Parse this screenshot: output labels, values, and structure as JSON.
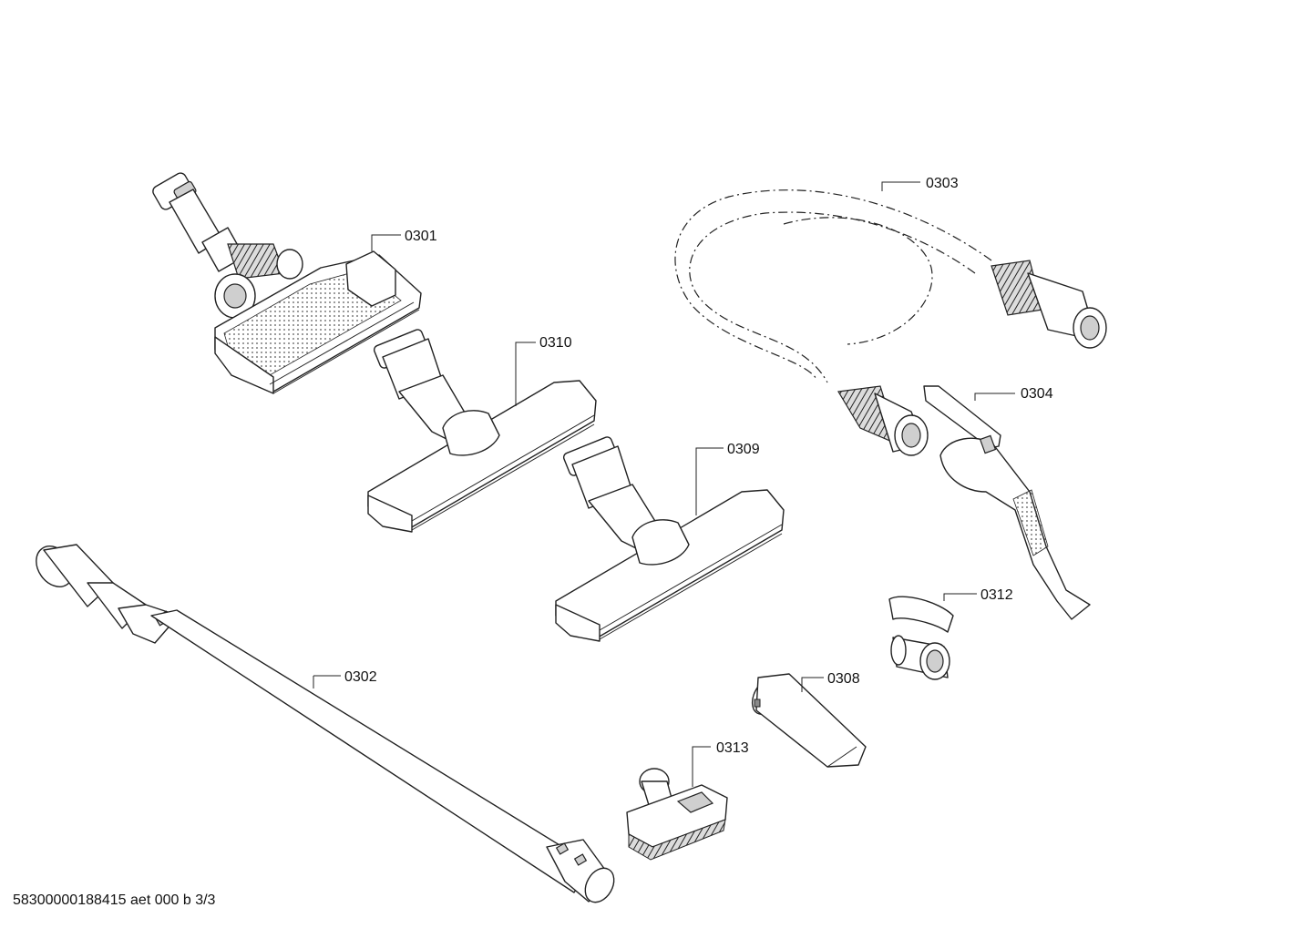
{
  "parts": [
    {
      "id": "0301"
    },
    {
      "id": "0302"
    },
    {
      "id": "0303"
    },
    {
      "id": "0304"
    },
    {
      "id": "0308"
    },
    {
      "id": "0309"
    },
    {
      "id": "0310"
    },
    {
      "id": "0312"
    },
    {
      "id": "0313"
    }
  ],
  "footer": "58300000188415 aet 000 b 3/3"
}
